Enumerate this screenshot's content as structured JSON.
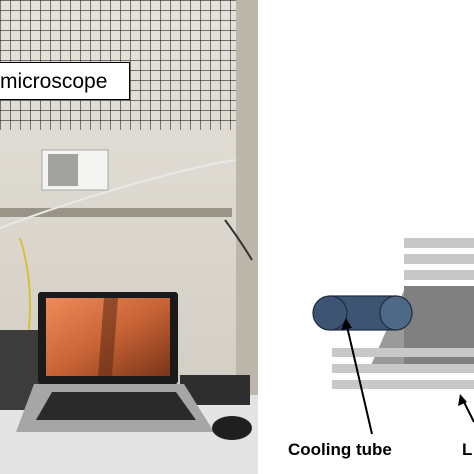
{
  "photo": {
    "microscope_label": "microscope"
  },
  "schematic": {
    "cooling_tube_label": "Cooling tube",
    "cut_label": "L"
  },
  "colors": {
    "cooling_tube_fill": "#3d5573",
    "stripe_light": "#c8c8c8",
    "stripe_mid": "#9a9a9a",
    "block_dark": "#808080"
  }
}
